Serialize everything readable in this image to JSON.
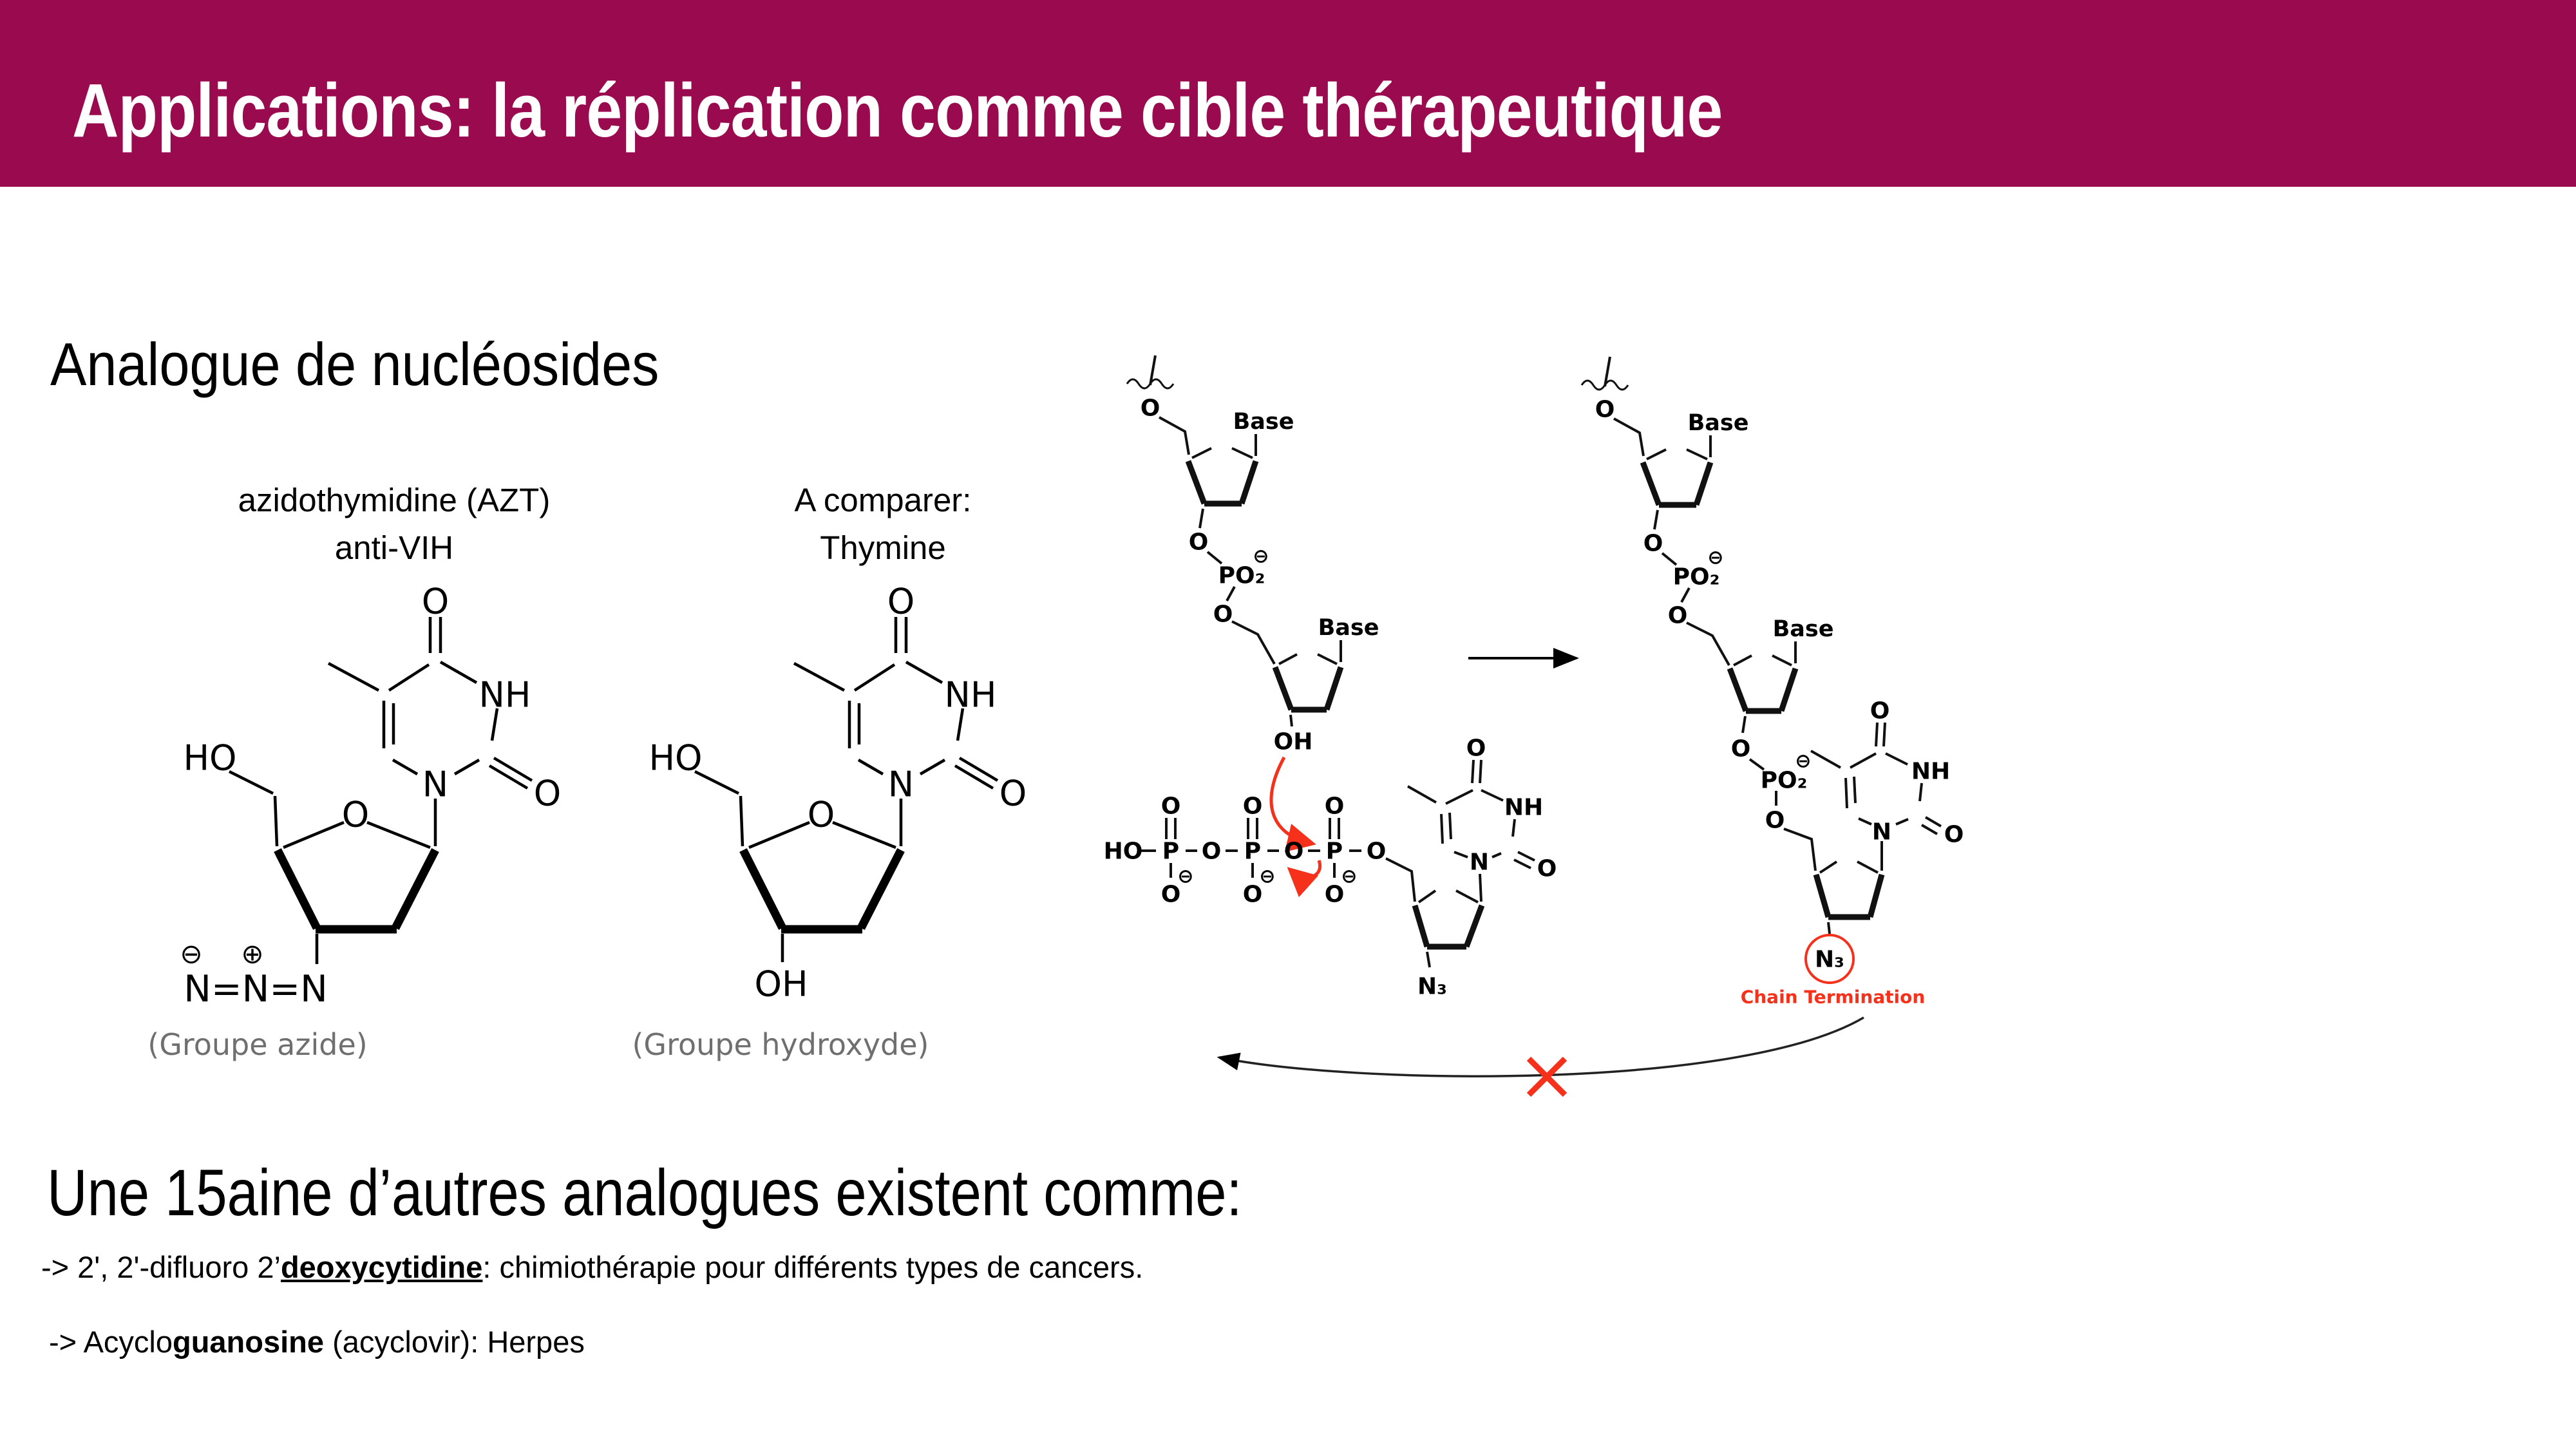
{
  "slide": {
    "title": "Applications: la réplication comme cible thérapeutique"
  },
  "colors": {
    "banner": "#9A0A4E",
    "red": "#F5301B",
    "caption_gray": "#6F6F6F"
  },
  "section": {
    "heading": "Analogue de nucléosides"
  },
  "azt": {
    "label_line1": "azidothymidine (AZT)",
    "label_line2": "anti-VIH",
    "caption": "(Groupe azide)",
    "azide": "N=N=N",
    "charge_minus": "⊖",
    "charge_plus": "⊕"
  },
  "thymidine": {
    "label_line1": "A comparer:",
    "label_line2": "Thymine",
    "caption": "(Groupe hydroxyde)",
    "hydroxyl": "OH"
  },
  "atoms": {
    "O": "O",
    "N": "N",
    "NH": "NH",
    "HO": "HO",
    "OH": "OH",
    "P": "P",
    "PO2": "PO₂",
    "N3": "N₃",
    "Base": "Base",
    "minus": "⊖"
  },
  "mechanism": {
    "chain_termination": "Chain Termination"
  },
  "notes": {
    "heading": "Une 15aine d’autres analogues existent comme:",
    "bullets": [
      {
        "pre": "-> 2', 2'-difluoro 2’",
        "bold": "deoxycytidine",
        "post": ": chimiothérapie pour différents types de cancers."
      },
      {
        "pre": "-> Acyclo",
        "bold": "guanosine",
        "post": " (acyclovir): Herpes"
      }
    ]
  }
}
